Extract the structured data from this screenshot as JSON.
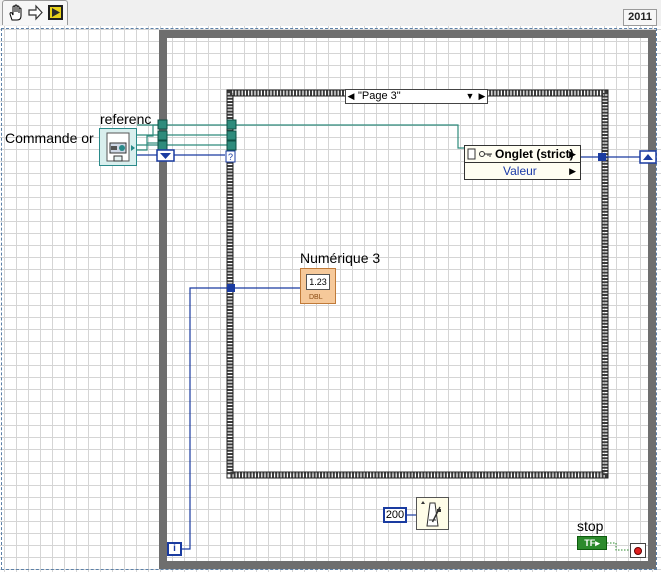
{
  "toolbar": {
    "icons": [
      "hand-icon",
      "arrow-right-icon",
      "run-icon"
    ],
    "version": "2011"
  },
  "labels": {
    "reference": "referenc",
    "commande": "Commande or",
    "numerique": "Numérique 3",
    "stop": "stop"
  },
  "case_structure": {
    "selector_value": "\"Page 3\""
  },
  "property_node": {
    "name": "Onglet (strict)",
    "property": "Valeur"
  },
  "constants": {
    "wait_ms": "200",
    "iteration": "i",
    "numeric_display": "1.23",
    "numeric_type": "DBL",
    "bool_type": "TF"
  },
  "colors": {
    "wire_numeric": "#1a3ba0",
    "wire_reference": "#2e8b7c",
    "while_loop": "#6e6e6e"
  }
}
